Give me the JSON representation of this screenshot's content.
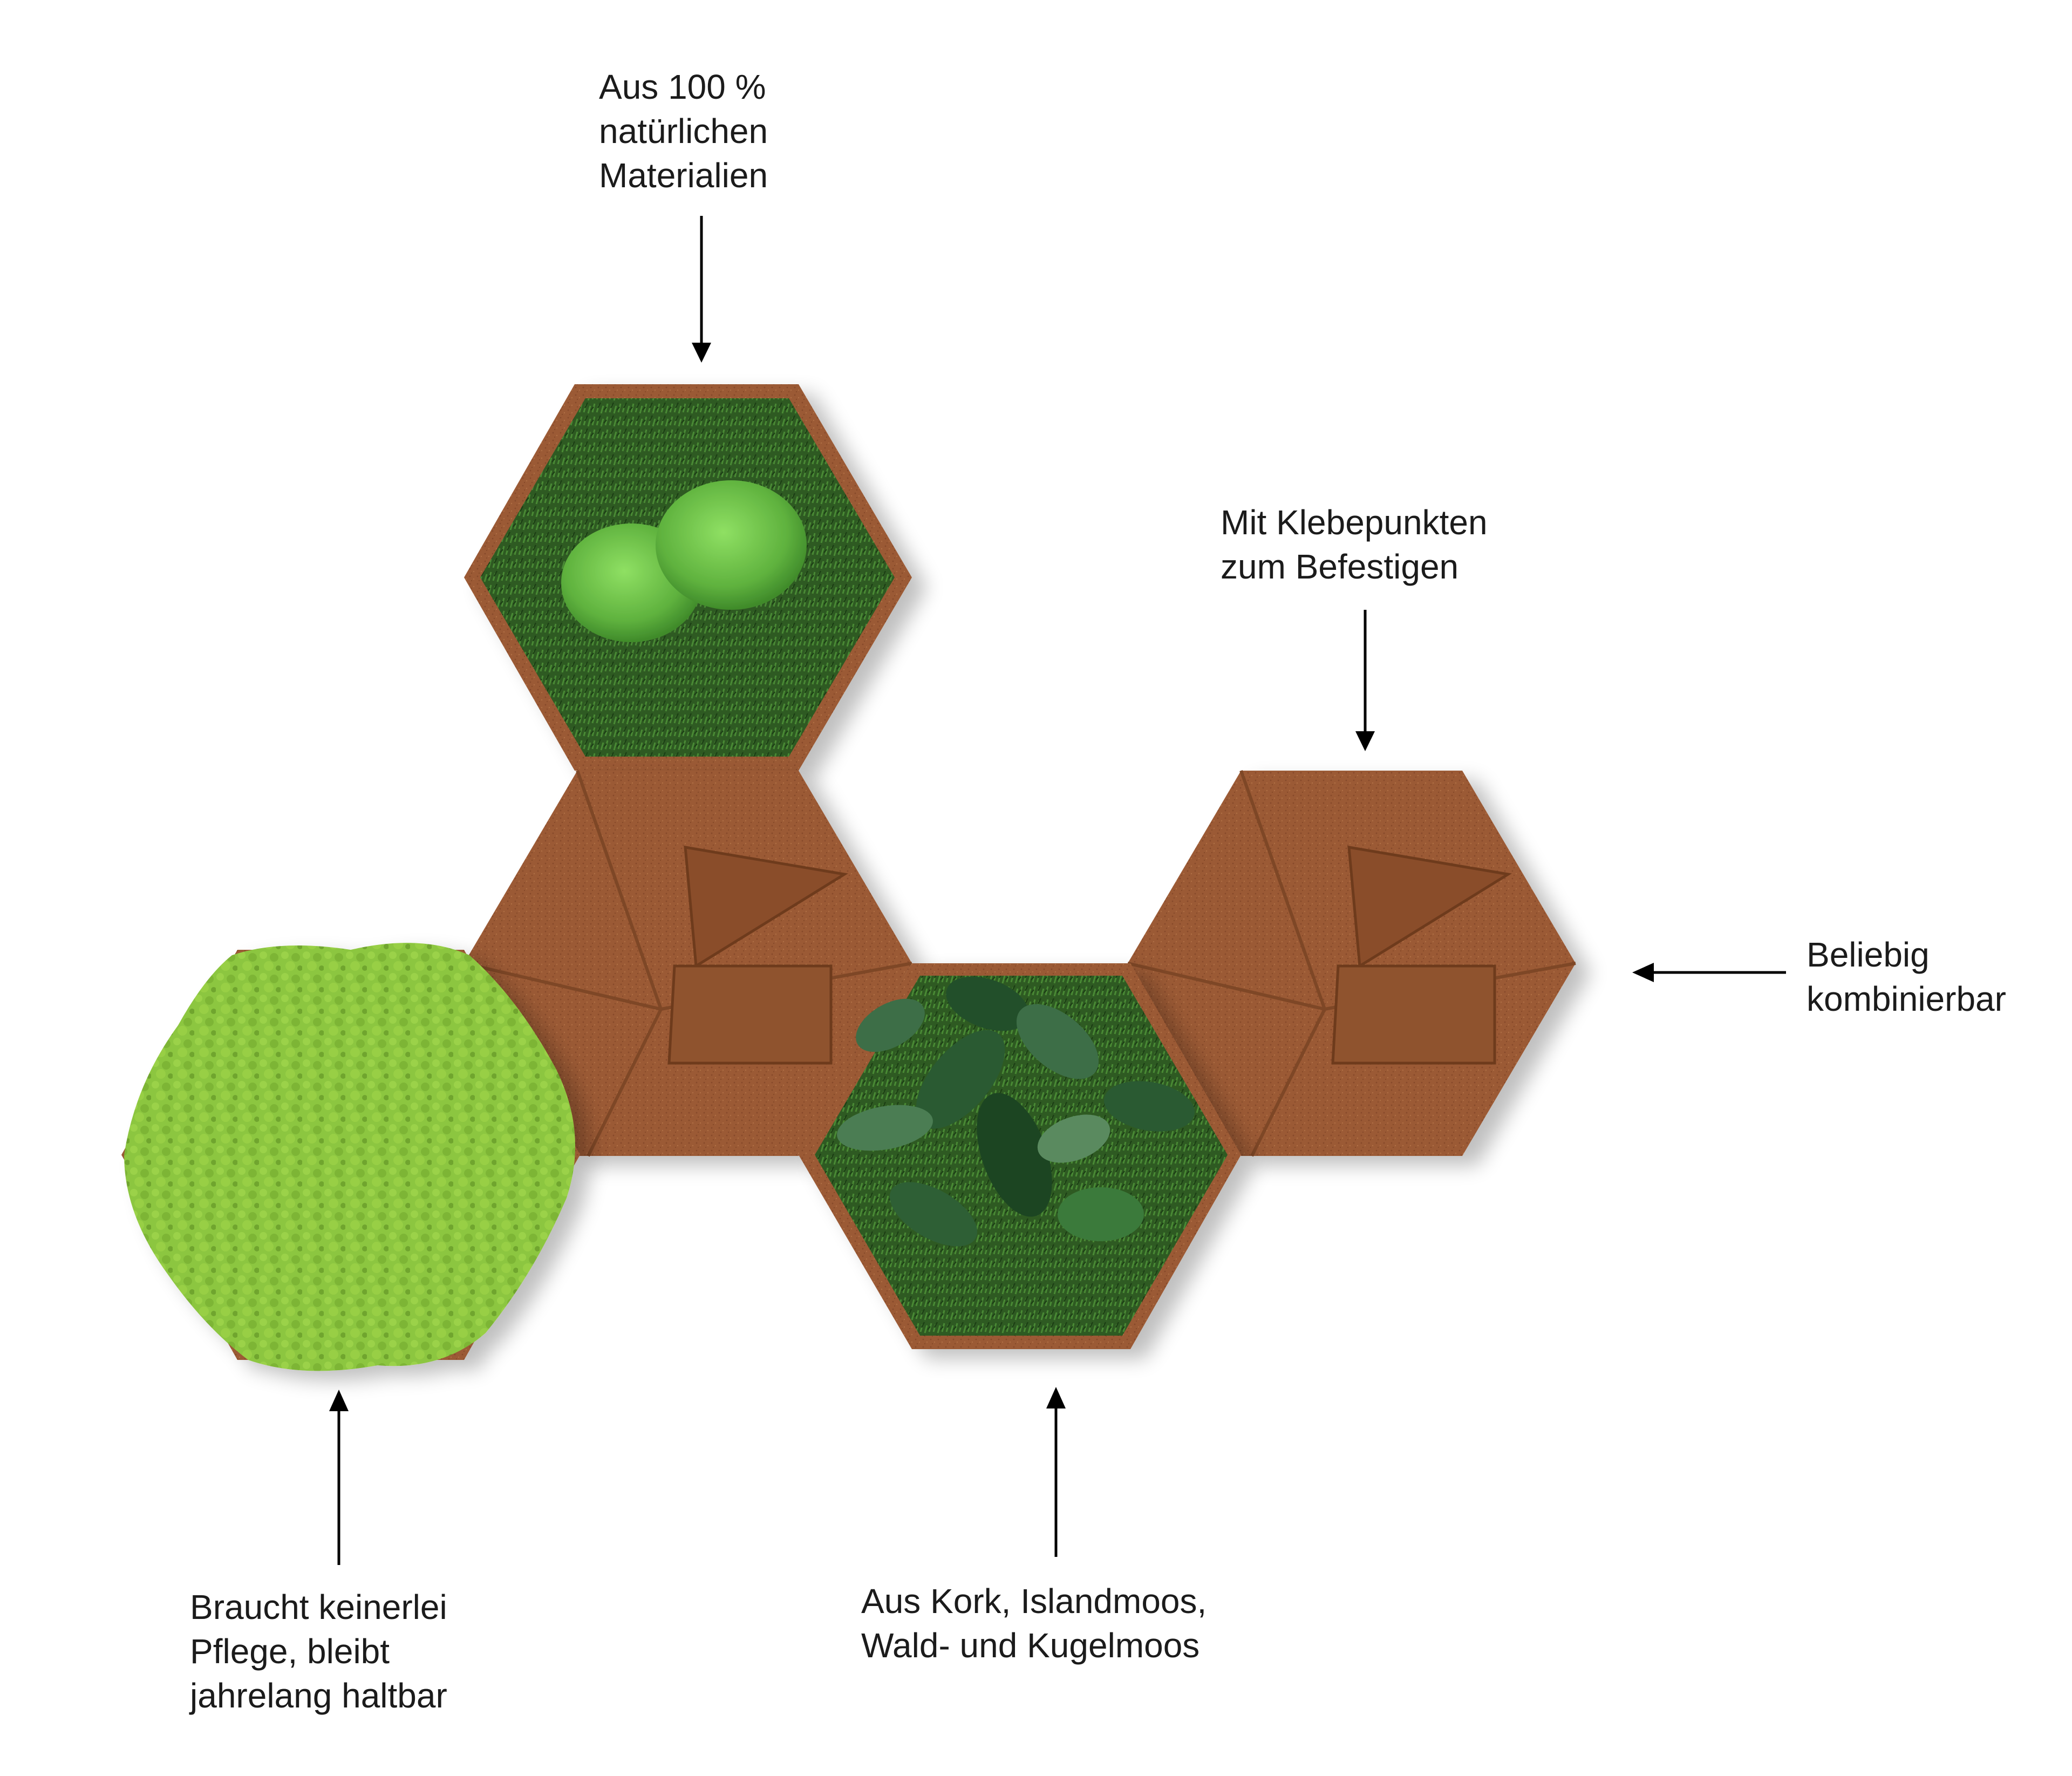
{
  "callouts": {
    "materials": {
      "lines": [
        "Aus 100 %",
        "natürlichen",
        "Materialien"
      ]
    },
    "adhesive": {
      "lines": [
        "Mit Klebepunkten",
        "zum Befestigen"
      ]
    },
    "combinable": {
      "lines": [
        "Beliebig",
        "kombinierbar"
      ]
    },
    "care": {
      "lines": [
        "Braucht keinerlei",
        "Pflege, bleibt",
        "jahrelang haltbar"
      ]
    },
    "composition": {
      "lines": [
        "Aus Kork, Islandmoos,",
        "Wald- und Kugelmoos"
      ]
    }
  },
  "colors": {
    "cork": "#9b5a34",
    "cork_dark": "#7e4627",
    "cork_light": "#ad6a41",
    "moss_dark": "#2f5a22",
    "moss_mid": "#3f7a2c",
    "ball_moss": "#6dc148",
    "reindeer_moss": "#8cc63f",
    "leaf_dark": "#234f2a",
    "leaf_mid": "#3e6e47",
    "arrow": "#000000"
  }
}
